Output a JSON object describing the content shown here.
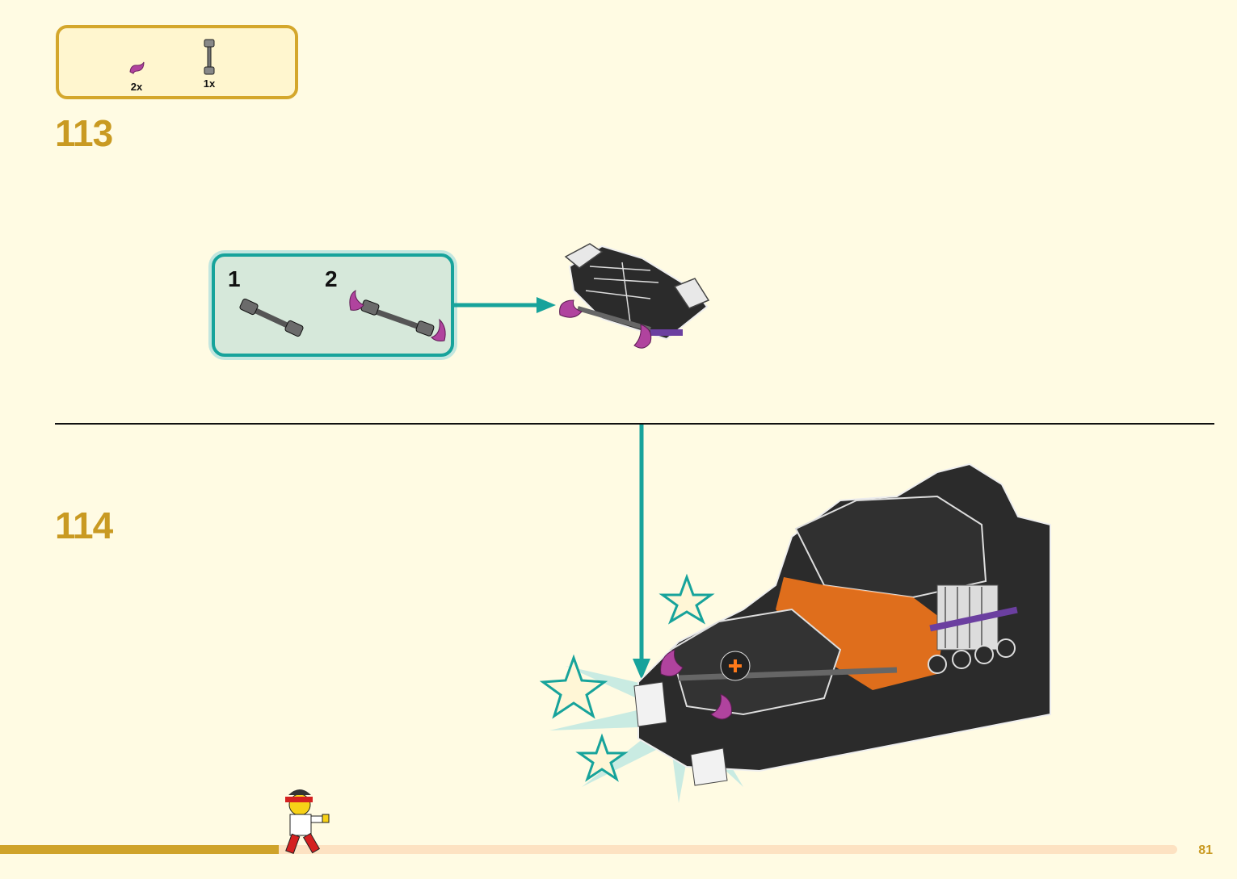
{
  "parts_list": {
    "items": [
      {
        "icon": "purple-horn-piece-icon",
        "quantity": "2x"
      },
      {
        "icon": "gray-bar-axle-icon",
        "quantity": "1x"
      }
    ]
  },
  "steps": [
    {
      "number": "113",
      "subassembly": {
        "sub_steps": [
          "1",
          "2"
        ]
      }
    },
    {
      "number": "114"
    }
  ],
  "page_number": "81",
  "colors": {
    "accent_gold": "#c99a22",
    "callout_teal": "#17a39b",
    "background": "#fffbe3",
    "model_black": "#2b2b2b",
    "trans_orange": "#ff7a1a",
    "horn_purple": "#b0439e"
  }
}
